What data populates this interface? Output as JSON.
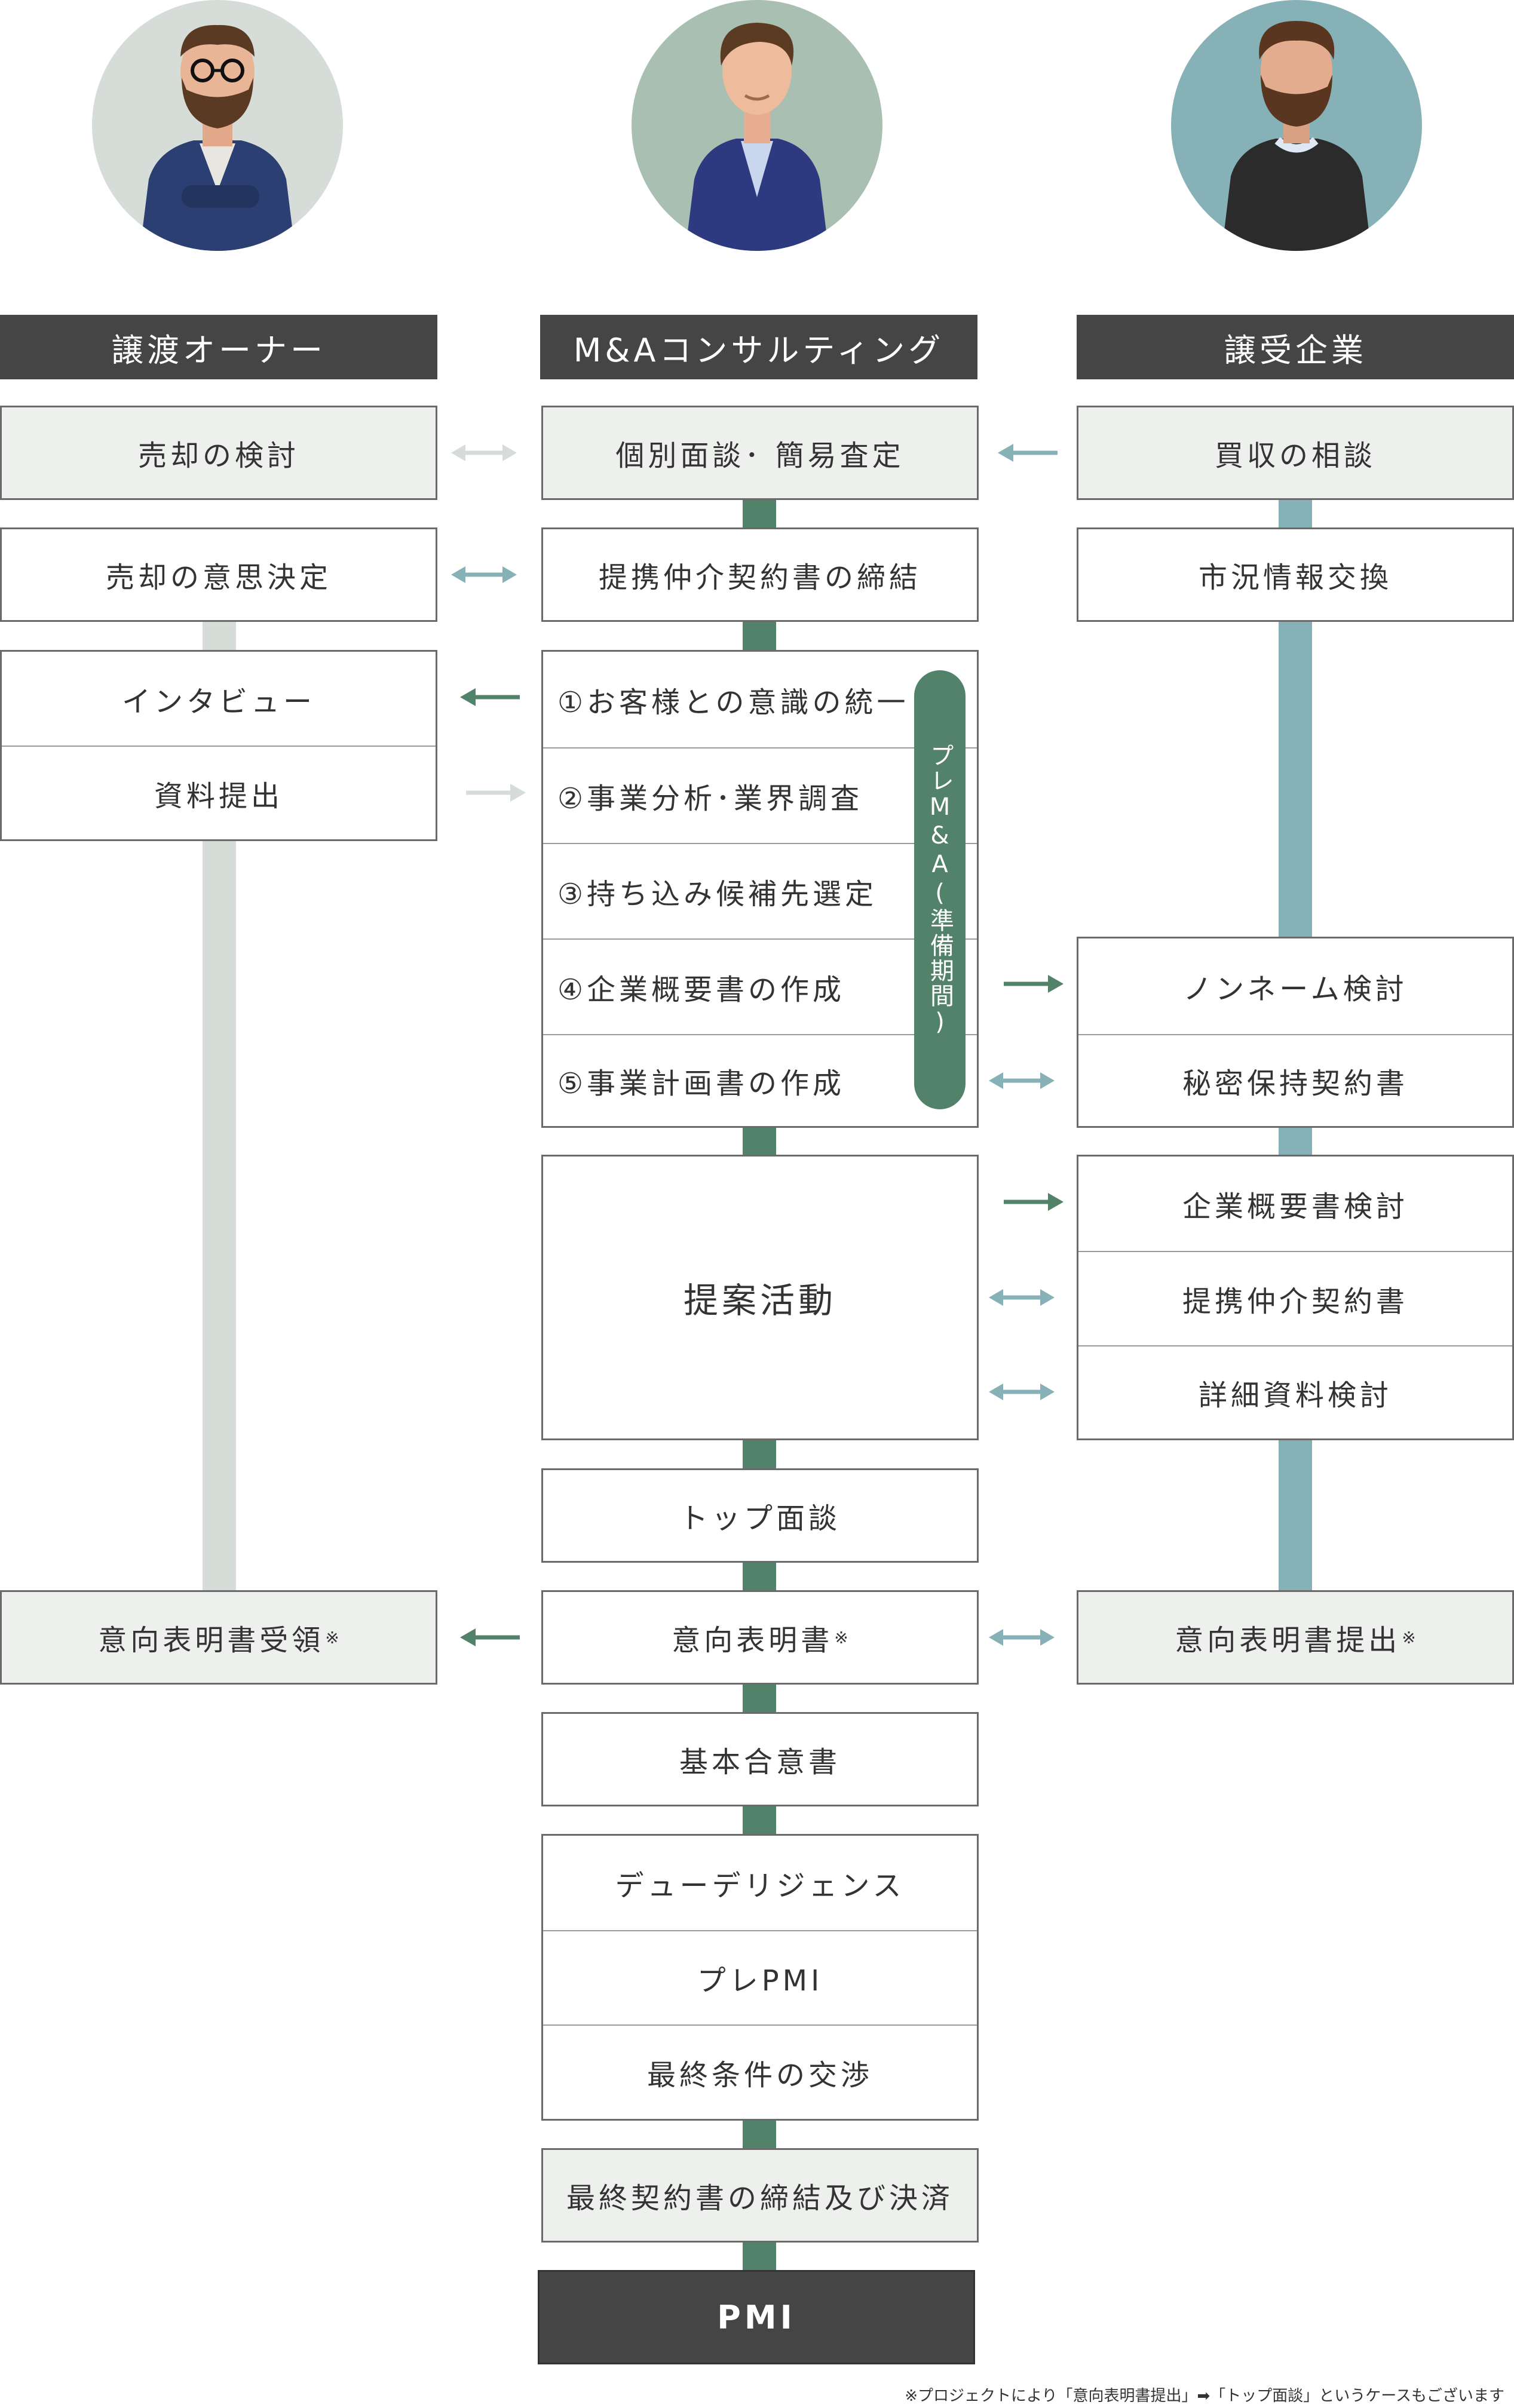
{
  "colors": {
    "header_bg": "#454545",
    "owner_line": "#d6dcd7",
    "consult_line": "#52826a",
    "buyer_line": "#86b2b7",
    "arrow_dark_green": "#52826a",
    "arrow_light_gray": "#d6dcd7",
    "arrow_teal": "#86b2b7",
    "pill_green": "#52826a"
  },
  "columns": {
    "owner": {
      "header": "譲渡オーナー",
      "avatar_icon": "bearded-man-glasses-avatar-icon"
    },
    "consultant": {
      "header": "M&Aコンサルティング",
      "avatar_icon": "consultant-man-avatar-icon"
    },
    "buyer": {
      "header": "譲受企業",
      "avatar_icon": "bearded-man-sweater-avatar-icon"
    }
  },
  "owner": {
    "step1": "売却の検討",
    "step2": "売却の意思決定",
    "interview": "インタビュー",
    "materials": "資料提出",
    "loi_received": "意向表明書受領",
    "loi_received_mark": "※"
  },
  "consultant": {
    "step1": "個別面談･ 簡易査定",
    "step2": "提携仲介契約書の締結",
    "pre_steps": [
      "①お客様との意識の統一",
      "②事業分析･業界調査",
      "③持ち込み候補先選定",
      "④企業概要書の作成",
      "⑤事業計画書の作成"
    ],
    "pre_ma_label": "プレM&A(準備期間)",
    "proposal": "提案活動",
    "top_meeting": "トップ面談",
    "loi": "意向表明書",
    "loi_mark": "※",
    "basic_agreement": "基本合意書",
    "dd_steps": [
      "デューデリジェンス",
      "プレPMI",
      "最終条件の交渉"
    ],
    "final_contract": "最終契約書の締結及び決済",
    "pmi": "PMI"
  },
  "buyer": {
    "step1": "買収の相談",
    "step2": "市況情報交換",
    "noname": "ノンネーム検討",
    "nda": "秘密保持契約書",
    "profile_review": "企業概要書検討",
    "agency_contract": "提携仲介契約書",
    "detail_review": "詳細資料検討",
    "loi_submit": "意向表明書提出",
    "loi_submit_mark": "※"
  },
  "footnote": "※プロジェクトにより「意向表明書提出」➡「トップ面談」というケースもございます"
}
